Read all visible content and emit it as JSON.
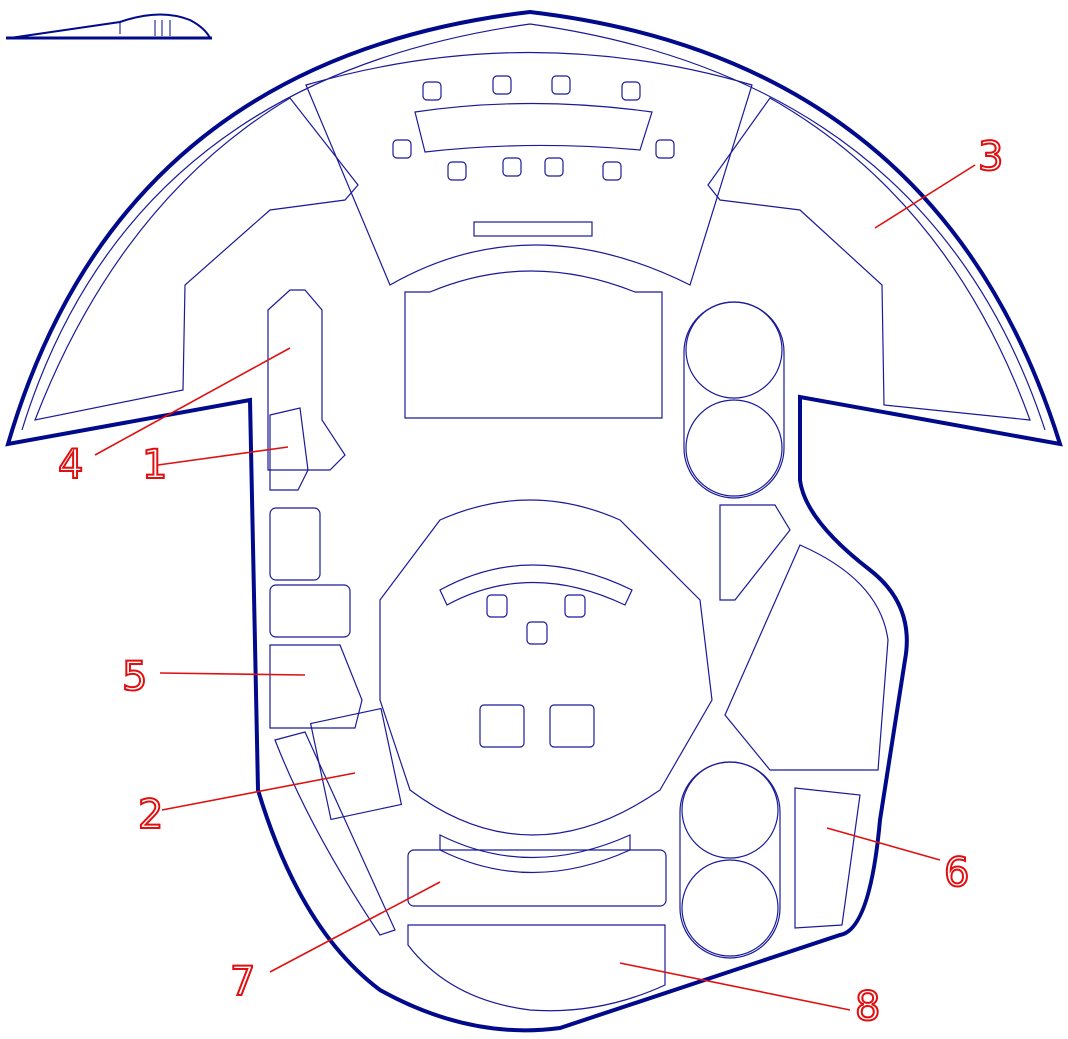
{
  "diagram": {
    "type": "floor-plan",
    "colors": {
      "structure": "#000a8a",
      "labels": "#e01010"
    },
    "labels": [
      {
        "id": "1",
        "text": "1"
      },
      {
        "id": "2",
        "text": "2"
      },
      {
        "id": "3",
        "text": "3"
      },
      {
        "id": "4",
        "text": "4"
      },
      {
        "id": "5",
        "text": "5"
      },
      {
        "id": "6",
        "text": "6"
      },
      {
        "id": "7",
        "text": "7"
      },
      {
        "id": "8",
        "text": "8"
      }
    ]
  }
}
